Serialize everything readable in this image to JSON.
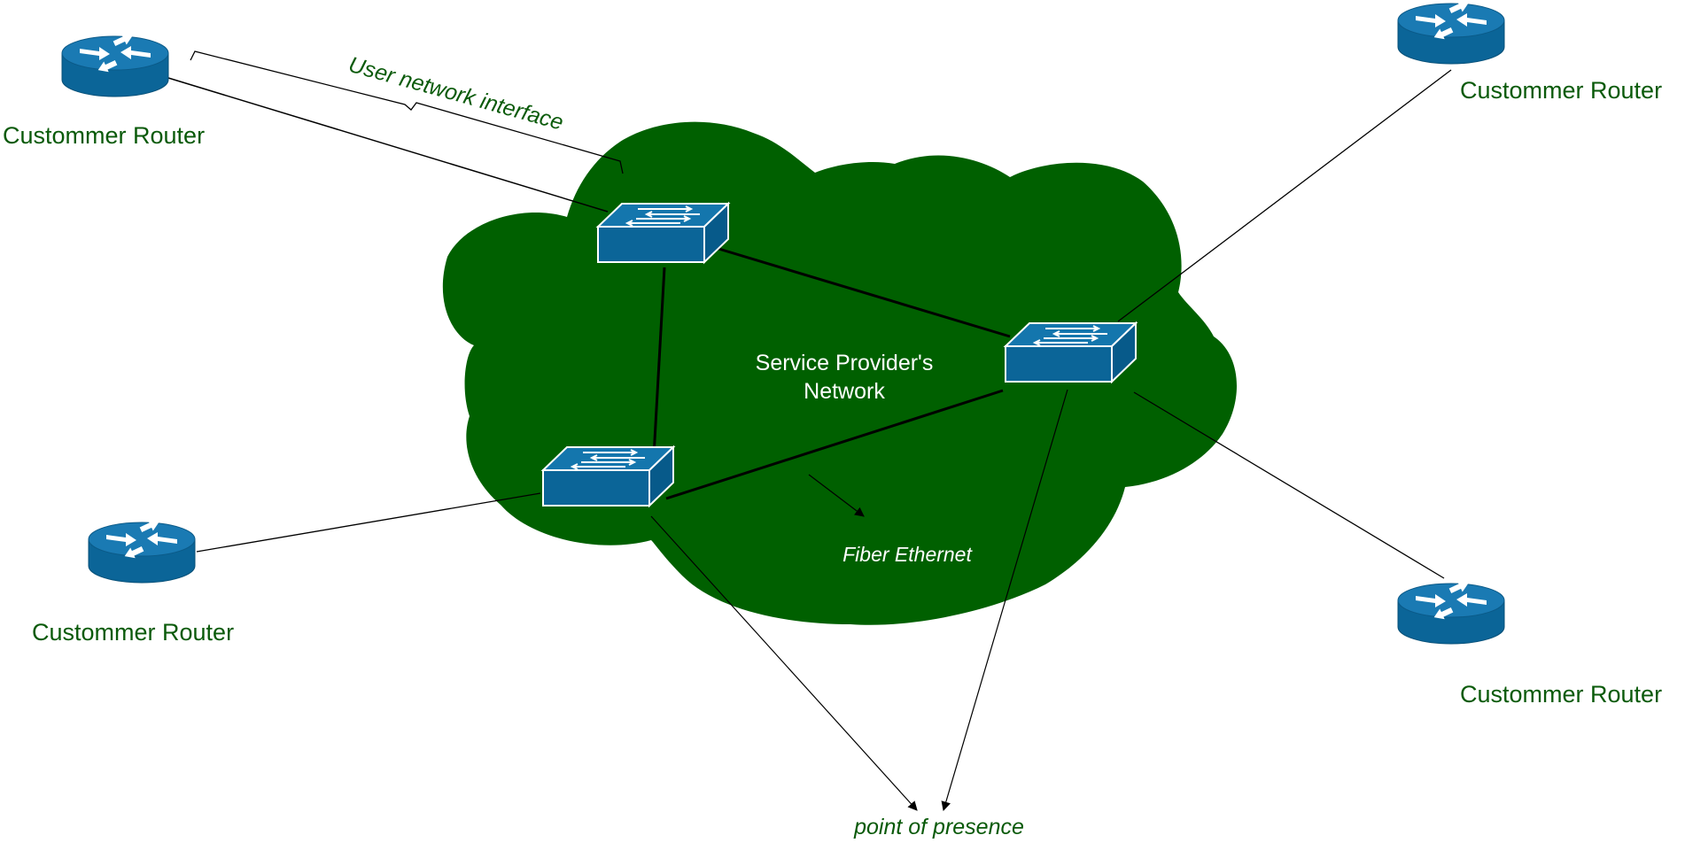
{
  "colors": {
    "cloud": "#006000",
    "device_fill": "#0b6598",
    "device_top": "#1476ad",
    "device_stroke": "#ffffff",
    "label_green": "#0a5a0a",
    "link": "#000000"
  },
  "cloud": {
    "title_line1": "Service Provider's",
    "title_line2": "Network",
    "medium": "Fiber Ethernet"
  },
  "annotations": {
    "uni": "User network interface",
    "pop": "point of presence"
  },
  "routers": [
    {
      "label": "Custommer Router",
      "icon": "router-icon"
    },
    {
      "label": "Custommer Router",
      "icon": "router-icon"
    },
    {
      "label": "Custommer Router",
      "icon": "router-icon"
    },
    {
      "label": "Custommer Router",
      "icon": "router-icon"
    }
  ],
  "switches": [
    {
      "icon": "switch-icon"
    },
    {
      "icon": "switch-icon"
    },
    {
      "icon": "switch-icon"
    }
  ]
}
